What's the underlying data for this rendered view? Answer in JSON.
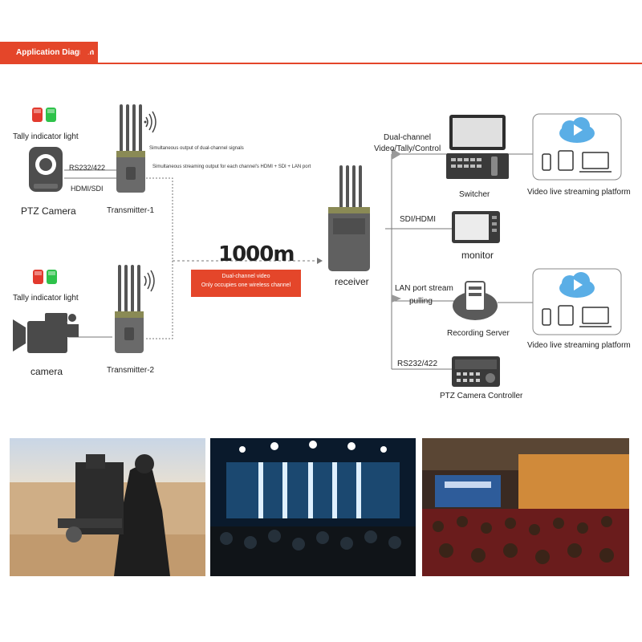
{
  "header": {
    "title": "Application Diagram"
  },
  "colors": {
    "accent": "#e4462a",
    "device": "#5a5a5a",
    "cloud": "#5aaee6"
  },
  "left": {
    "tally_1": "Tally indicator light",
    "rs232": "RS232/422",
    "hdmi_sdi": "HDMI/SDI",
    "ptz_camera": "PTZ Camera",
    "transmitter_1": "Transmitter-1",
    "tally_2": "Tally indicator light",
    "camera": "camera",
    "transmitter_2": "Transmitter-2"
  },
  "center": {
    "note_1": "Simultaneous output of dual-channel signals",
    "note_2": "Simultaneous streaming output for each channel's HDMI + SDI + LAN port",
    "distance": "1000m",
    "red_box_line1": "Dual-channel video",
    "red_box_line2": "Only occupies one wireless channel",
    "receiver": "receiver"
  },
  "right": {
    "dual_channel_1": "Dual-channel",
    "dual_channel_2": "Video/Tally/Control",
    "switcher": "Switcher",
    "platform_1": "Video live streaming platform",
    "sdi_hdmi": "SDI/HDMI",
    "monitor": "monitor",
    "lan_1": "LAN port stream",
    "lan_2": "pulling",
    "recording_server": "Recording Server",
    "platform_2": "Video live streaming platform",
    "rs232": "RS232/422",
    "ptz_controller": "PTZ Camera Controller"
  },
  "icons": [
    "tally-light-icon",
    "ptz-camera-icon",
    "transmitter-icon",
    "wireless-signal-icon",
    "camcorder-icon",
    "receiver-icon",
    "switcher-icon",
    "monitor-icon",
    "recording-server-icon",
    "cloud-play-icon",
    "ptz-controller-icon"
  ],
  "photos": [
    {
      "name": "desert-camera-operator-photo"
    },
    {
      "name": "concert-stage-photo"
    },
    {
      "name": "auditorium-conference-photo"
    }
  ]
}
